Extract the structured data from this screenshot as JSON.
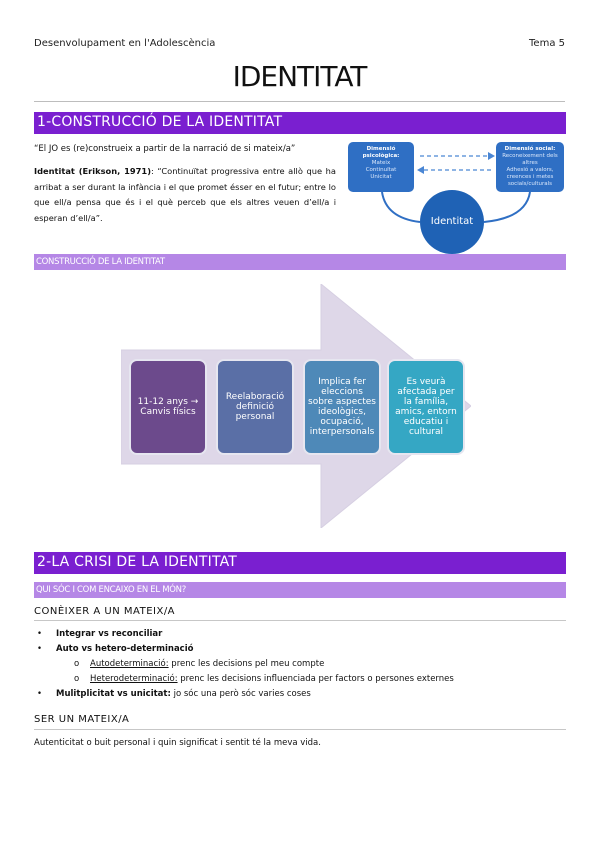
{
  "header": {
    "course": "Desenvolupament en l'Adolescència",
    "unit": "Tema 5"
  },
  "page_title": "IDENTITAT",
  "section1": {
    "title": "1-CONSTRUCCIÓ DE LA IDENTITAT",
    "quote": "“El JO es (re)construeix a partir de la narració de si mateix/a”",
    "definition_term": "Identitat (Erikson, 1971)",
    "definition_text": ": “Continuïtat progressiva entre allò que ha arribat a ser durant la infància i el que promet ésser en el futur; entre lo que ell/a pensa que és i el què perceb que els altres veuen d’ell/a i esperan d’ell/a”.",
    "diagram": {
      "left_box": {
        "title": "Dimensió psicològica:",
        "lines": [
          "Mateix",
          "Continuïtat",
          "Unicitat"
        ]
      },
      "right_box": {
        "title": "Dimensió social:",
        "lines": [
          "Reconeixement dels altres",
          "Adhesió a valors, creences i metes socials/culturals"
        ]
      },
      "center": "Identitat"
    },
    "subsection": "CONSTRUCCIÓ DE LA IDENTITAT",
    "steps": [
      "11-12 anys → Canvis físics",
      "Reelaboració definició personal",
      "Implica fer eleccions sobre aspectes ideològics, ocupació, interpersonals",
      "Es veurà afectada per la família, amics, entorn educatiu i cultural"
    ],
    "colors": {
      "bar": "#7a1fd0",
      "sub_bar": "#b587e6",
      "arrow": "#ded7e8",
      "step1": "#6c4a8c",
      "step2": "#5a6fa6",
      "step3": "#4e89b8",
      "step4": "#35a7c4"
    }
  },
  "section2": {
    "title": "2-LA CRISI DE LA IDENTITAT",
    "subsection": "QUI SÓC I COM ENCAIXO EN EL MÓN?",
    "heading1": "CONÈIXER A UN MATEIX/A",
    "bullets": {
      "b1": "Integrar vs reconciliar",
      "b2": "Auto vs hetero-determinació",
      "b2a_term": "Autodeterminació:",
      "b2a_text": " prenc les decisions pel meu compte",
      "b2b_term": "Heterodeterminació:",
      "b2b_text": " prenc les decisions influenciada per factors o persones externes",
      "b3_term": "Mulitplicitat vs unicitat:",
      "b3_text": " jo sóc una però sóc varies coses",
      "bullet_glyph": "•",
      "sub_glyph": "o"
    },
    "heading2": "SER UN MATEIX/A",
    "closing": "Autenticitat o buit personal i quin significat i sentit té la meva vida."
  }
}
